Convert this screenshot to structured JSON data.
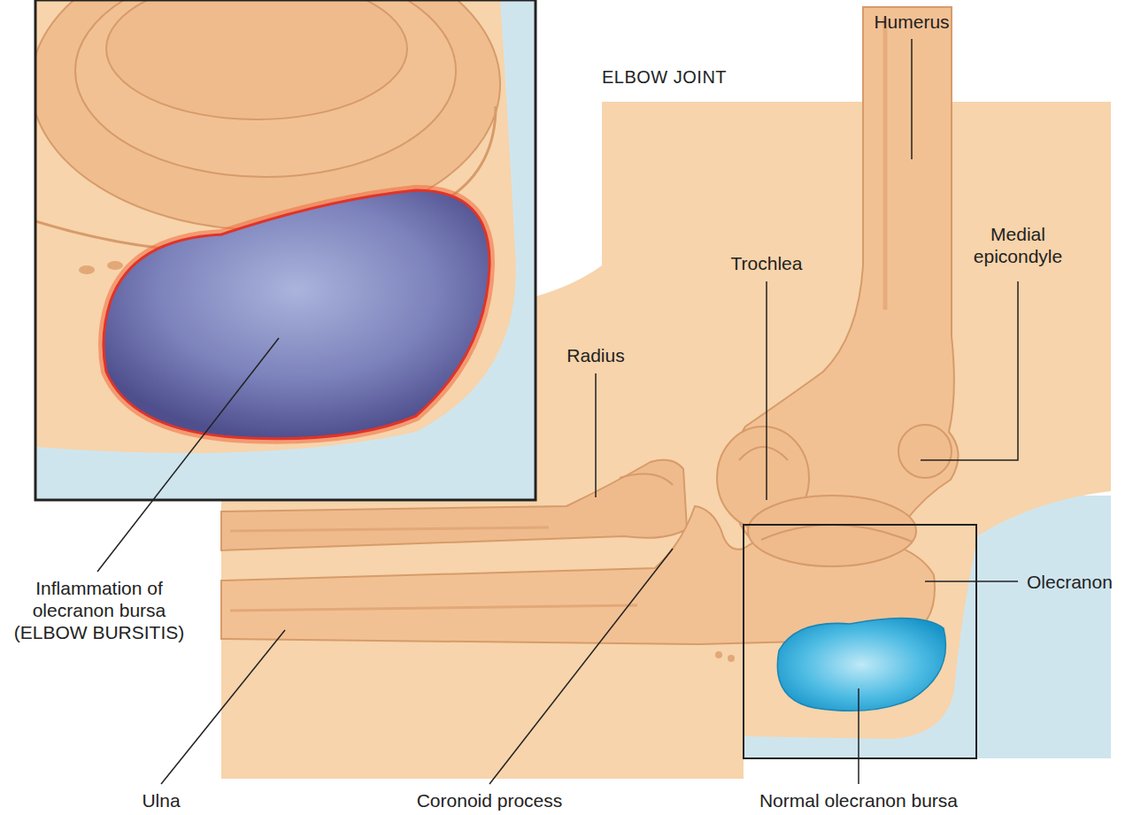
{
  "diagram": {
    "title": "ELBOW JOINT",
    "labels": [
      "Humerus",
      "Medial epicondyle",
      "Trochlea",
      "Radius",
      "Olecranon",
      "Inflammation of olecranon bursa (ELBOW BURSITIS)",
      "Ulna",
      "Coronoid process",
      "Normal olecranon bursa"
    ]
  }
}
